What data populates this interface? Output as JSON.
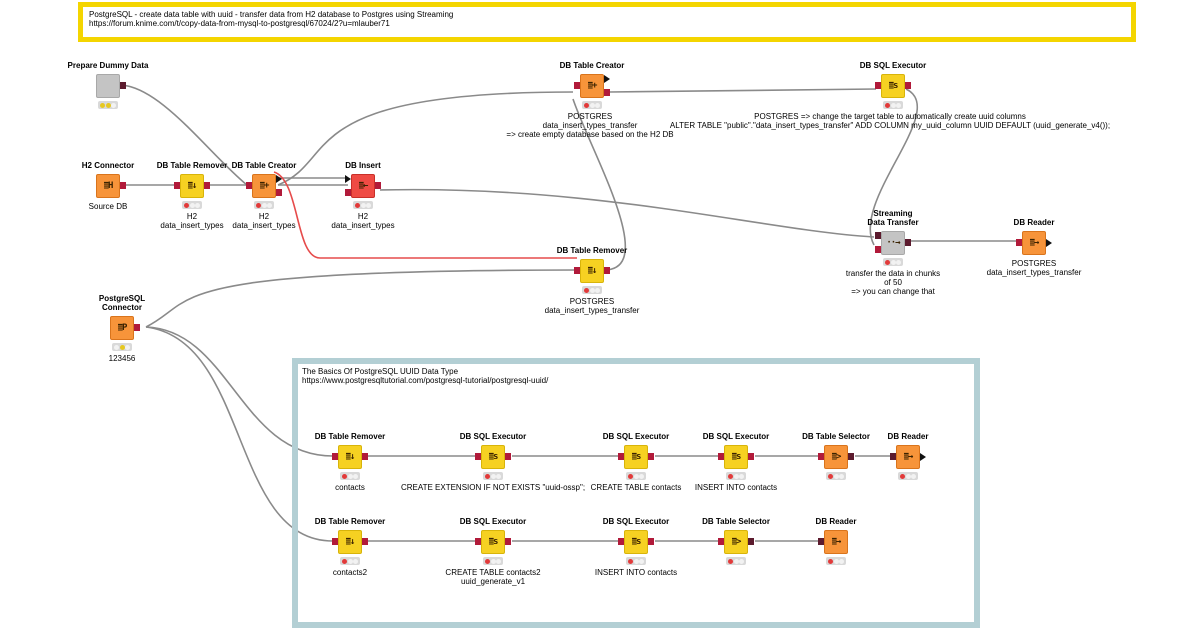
{
  "annotations": {
    "top": {
      "line1": "PostgreSQL -  create data table with uuid - transfer data from H2 database to Postgres using Streaming",
      "line2": "https://forum.knime.com/t/copy-data-from-mysql-to-postgresql/67024/2?u=mlauber71",
      "border_color": "#f4d500"
    },
    "uuid_box": {
      "line1": "The Basics Of PostgreSQL UUID Data Type",
      "line2": "https://www.postgresqltutorial.com/postgresql-tutorial/postgresql-uuid/",
      "border_color": "#b3cfd4"
    }
  },
  "nodes": [
    {
      "id": "prepare_dummy",
      "title": "Prepare Dummy Data",
      "caption": [],
      "color": "gray",
      "icon": "metanode-icon",
      "glyph": "",
      "status": "none"
    },
    {
      "id": "h2_connector",
      "title": "H2 Connector",
      "caption": [
        "Source DB"
      ],
      "color": "orange",
      "icon": "database-connector-icon",
      "glyph": "≣H",
      "status": "none"
    },
    {
      "id": "db_table_remover_h2",
      "title": "DB Table Remover",
      "caption": [
        "H2",
        "data_insert_types"
      ],
      "color": "yellow",
      "icon": "table-remover-icon",
      "glyph": "≣↓",
      "status": "red"
    },
    {
      "id": "db_table_creator_h2",
      "title": "DB Table Creator",
      "caption": [
        "H2",
        "data_insert_types"
      ],
      "color": "orange",
      "icon": "table-creator-icon",
      "glyph": "≣+",
      "status": "red"
    },
    {
      "id": "db_insert",
      "title": "DB Insert",
      "caption": [
        "H2",
        "data_insert_types"
      ],
      "color": "red",
      "icon": "db-insert-icon",
      "glyph": "≣←",
      "status": "red"
    },
    {
      "id": "db_table_creator_pg",
      "title": "DB Table Creator",
      "caption": [
        "POSTGRES",
        "data_insert_types_transfer",
        "=> create empty database based on the H2 DB"
      ],
      "color": "orange",
      "icon": "table-creator-icon",
      "glyph": "≣+",
      "status": "red"
    },
    {
      "id": "db_sql_executor_pg",
      "title": "DB SQL Executor",
      "caption": [
        "POSTGRES => change the target table to automatically create uuid columns",
        "ALTER TABLE \"public\".\"data_insert_types_transfer\" ADD COLUMN my_uuid_column UUID DEFAULT (uuid_generate_v4());"
      ],
      "color": "yellow",
      "icon": "sql-executor-icon",
      "glyph": "≣s",
      "status": "red"
    },
    {
      "id": "streaming_transfer",
      "title": "Streaming\nData Transfer",
      "caption": [
        "transfer the data in chunks",
        "of 50",
        "=> you can change that"
      ],
      "color": "gray",
      "icon": "streaming-transfer-icon",
      "glyph": "··→",
      "status": "red"
    },
    {
      "id": "db_reader_pg",
      "title": "DB Reader",
      "caption": [
        "POSTGRES",
        "data_insert_types_transfer"
      ],
      "color": "orange",
      "icon": "db-reader-icon",
      "glyph": "≣→",
      "status": "none"
    },
    {
      "id": "db_table_remover_pg",
      "title": "DB Table Remover",
      "caption": [
        "POSTGRES",
        "data_insert_types_transfer"
      ],
      "color": "yellow",
      "icon": "table-remover-icon",
      "glyph": "≣↓",
      "status": "red"
    },
    {
      "id": "pg_connector",
      "title": "PostgreSQL\nConnector",
      "caption": [
        "123456"
      ],
      "color": "orange",
      "icon": "postgres-connector-icon",
      "glyph": "≣P",
      "status": "yellow"
    },
    {
      "id": "r1_remover",
      "title": "DB Table Remover",
      "caption": [
        "contacts"
      ],
      "color": "yellow",
      "icon": "table-remover-icon",
      "glyph": "≣↓",
      "status": "red"
    },
    {
      "id": "r1_exec1",
      "title": "DB SQL Executor",
      "caption": [
        "CREATE EXTENSION IF NOT EXISTS \"uuid-ossp\";"
      ],
      "color": "yellow",
      "icon": "sql-executor-icon",
      "glyph": "≣s",
      "status": "red"
    },
    {
      "id": "r1_exec2",
      "title": "DB SQL Executor",
      "caption": [
        "CREATE TABLE contacts"
      ],
      "color": "yellow",
      "icon": "sql-executor-icon",
      "glyph": "≣s",
      "status": "red"
    },
    {
      "id": "r1_exec3",
      "title": "DB SQL Executor",
      "caption": [
        "INSERT INTO contacts"
      ],
      "color": "yellow",
      "icon": "sql-executor-icon",
      "glyph": "≣s",
      "status": "red"
    },
    {
      "id": "r1_selector",
      "title": "DB Table Selector",
      "caption": [],
      "color": "orange",
      "icon": "table-selector-icon",
      "glyph": "≣>",
      "status": "red"
    },
    {
      "id": "r1_reader",
      "title": "DB Reader",
      "caption": [],
      "color": "orange",
      "icon": "db-reader-icon",
      "glyph": "≣→",
      "status": "red"
    },
    {
      "id": "r2_remover",
      "title": "DB Table Remover",
      "caption": [
        "contacts2"
      ],
      "color": "yellow",
      "icon": "table-remover-icon",
      "glyph": "≣↓",
      "status": "red"
    },
    {
      "id": "r2_exec1",
      "title": "DB SQL Executor",
      "caption": [
        "CREATE TABLE contacts2",
        "uuid_generate_v1"
      ],
      "color": "yellow",
      "icon": "sql-executor-icon",
      "glyph": "≣s",
      "status": "red"
    },
    {
      "id": "r2_exec2",
      "title": "DB SQL Executor",
      "caption": [
        "INSERT INTO contacts"
      ],
      "color": "yellow",
      "icon": "sql-executor-icon",
      "glyph": "≣s",
      "status": "red"
    },
    {
      "id": "r2_selector",
      "title": "DB Table Selector",
      "caption": [],
      "color": "yellow",
      "icon": "table-selector-icon",
      "glyph": "≣>",
      "status": "red"
    },
    {
      "id": "r2_reader",
      "title": "DB Reader",
      "caption": [],
      "color": "orange",
      "icon": "db-reader-icon",
      "glyph": "≣→",
      "status": "red"
    }
  ]
}
